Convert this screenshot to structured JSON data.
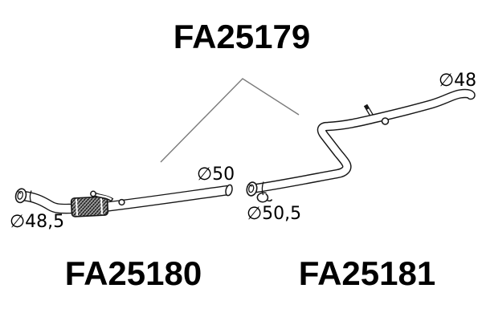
{
  "colors": {
    "background": "#ffffff",
    "drawing_line": "#161616",
    "leader_line": "#7a7a7a",
    "text": "#000000"
  },
  "assembly": {
    "code": "FA25179"
  },
  "parts": {
    "left": {
      "code": "FA25180",
      "front_diameter": "∅48,5",
      "rear_diameter": "∅50"
    },
    "right": {
      "code": "FA25181",
      "front_diameter": "∅50,5",
      "rear_diameter": "∅48"
    }
  }
}
